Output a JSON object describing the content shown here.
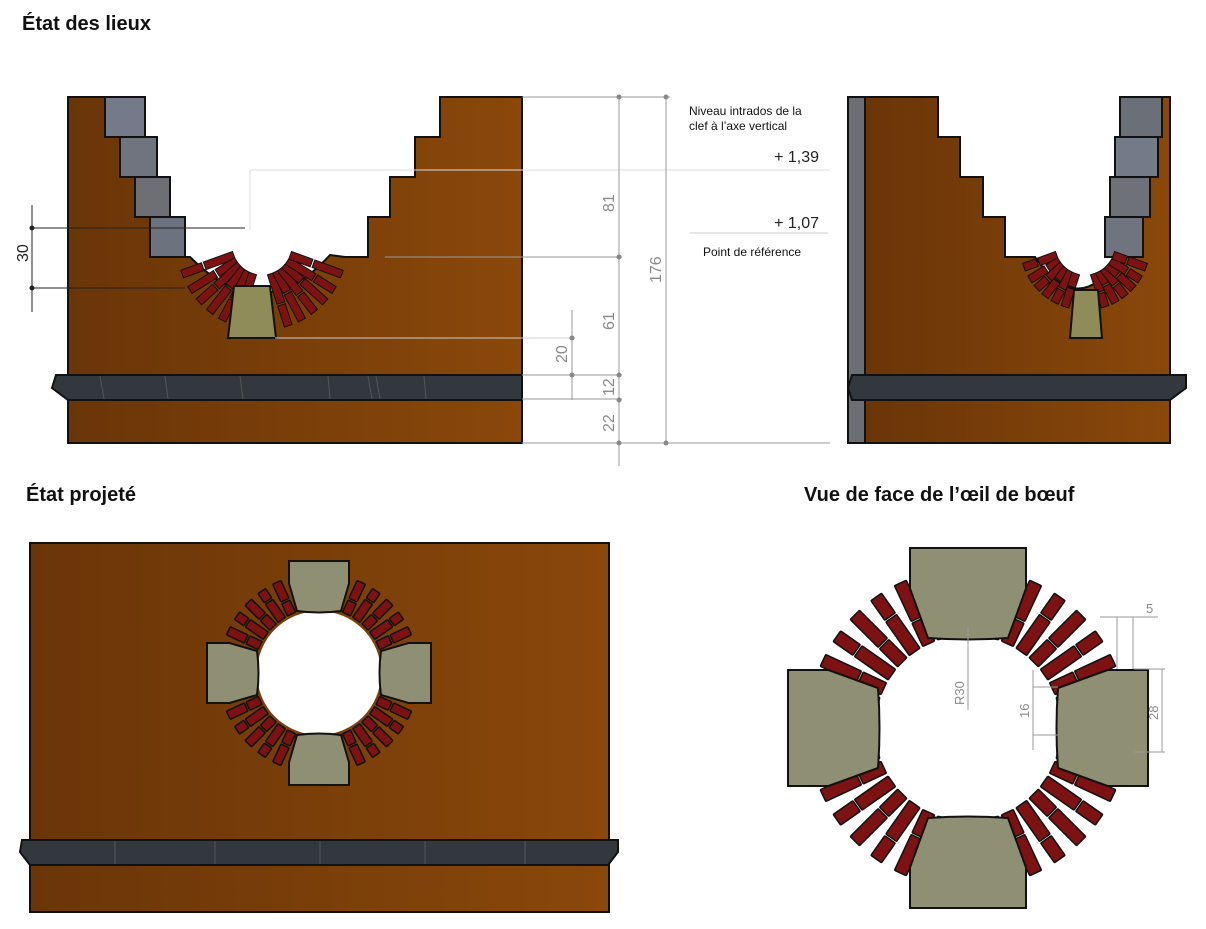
{
  "titles": {
    "existing": "État des lieux",
    "projected": "État projeté",
    "front_view": "Vue de face de l’œil de bœuf"
  },
  "annotations": {
    "note_line1": "Niveau intrados de la",
    "note_line2": "clef à l’axe vertical",
    "level_top": "+ 1,39",
    "level_ref": "+ 1,07",
    "reference_label": "Point de référence"
  },
  "dimensions": {
    "d30": "30",
    "d81": "81",
    "d176": "176",
    "d61": "61",
    "d20": "20",
    "d12": "12",
    "d22": "22",
    "r30": "R30",
    "d16": "16",
    "d28": "28",
    "d5": "5"
  },
  "colors": {
    "wall": "#7a3c0c",
    "brick": "#7d1212",
    "keystone": "#8f8f74",
    "stone": "#6f7480",
    "ledge": "#2f343a",
    "dim_line": "#9a9a9a"
  }
}
